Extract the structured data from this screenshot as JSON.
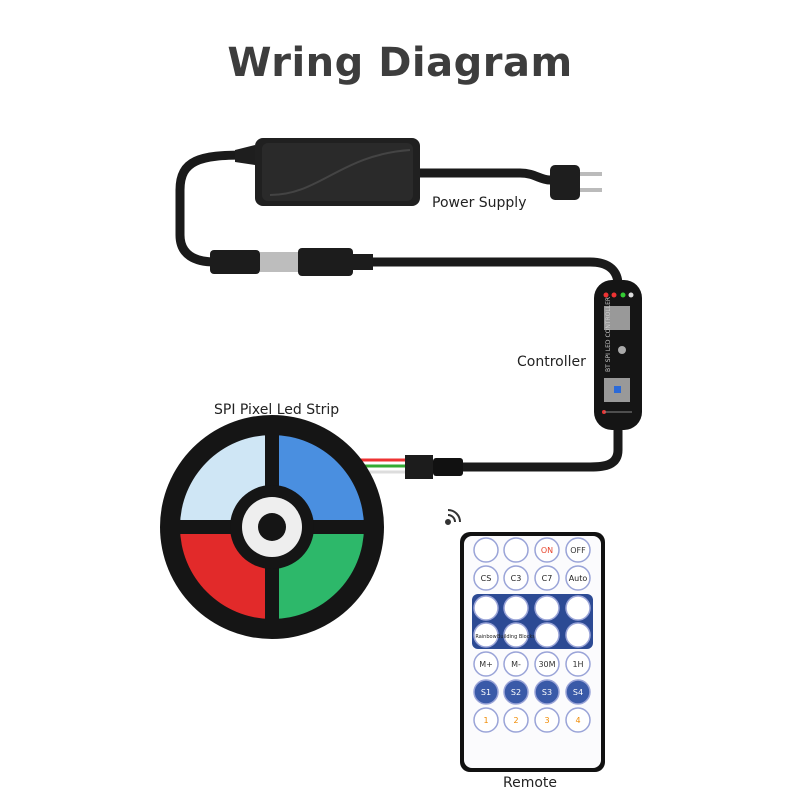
{
  "title": "Wring Diagram",
  "labels": {
    "power_supply": "Power Supply",
    "controller": "Controller",
    "led_strip": "SPI Pixel Led Strip",
    "remote": "Remote"
  },
  "controller_print": "BT SPI LED CONTROLLER",
  "remote": {
    "row1": [
      "",
      "",
      "ON",
      "OFF"
    ],
    "row2": [
      "CS",
      "C3",
      "C7",
      "Auto"
    ],
    "row4": [
      "Rainbow",
      "Building Blocks",
      "",
      ""
    ],
    "row5": [
      "M+",
      "M-",
      "30M",
      "1H"
    ],
    "row6": [
      "S1",
      "S2",
      "S3",
      "S4"
    ],
    "row7": [
      "1",
      "2",
      "3",
      "4"
    ]
  },
  "icons": [
    "wifi-signal-icon",
    "brightness-icon",
    "music-note-icon",
    "house-icon",
    "arrow-icon"
  ],
  "colors": {
    "title": "#3d3d3d",
    "remote_panel": "#2c4a94",
    "on_label": "#e8452c",
    "cable": "#1a1a1a"
  }
}
